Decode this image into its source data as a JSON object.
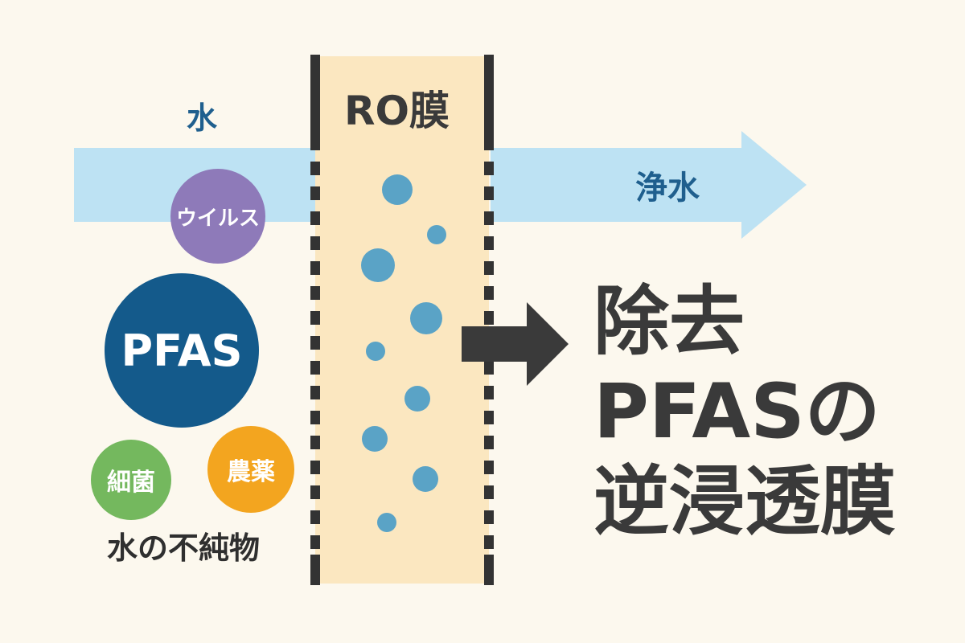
{
  "labels": {
    "water": "水",
    "membrane": "RO膜",
    "clean_water": "浄水",
    "impurities": "水の不純物"
  },
  "impurities": {
    "virus": "ウイルス",
    "pfas": "PFAS",
    "bacteria": "細菌",
    "pesticide": "農薬"
  },
  "headline": {
    "line1": "除去",
    "line2": "PFASの",
    "line3": "逆浸透膜"
  },
  "colors": {
    "background": "#fcf8ee",
    "water_flow": "#bde2f3",
    "membrane_fill": "#fbe7c0",
    "membrane_border": "#333333",
    "droplet": "#5aa3c6",
    "arrow": "#3a3a3a",
    "virus": "#8e7ab9",
    "pfas": "#145a8b",
    "bacteria": "#74b85e",
    "pesticide": "#f3a51f",
    "water_text": "#1f5f8e"
  },
  "icons": {
    "flow_arrow": "arrow-right-icon",
    "removal_arrow": "arrow-right-icon",
    "droplet": "water-droplet-icon"
  }
}
